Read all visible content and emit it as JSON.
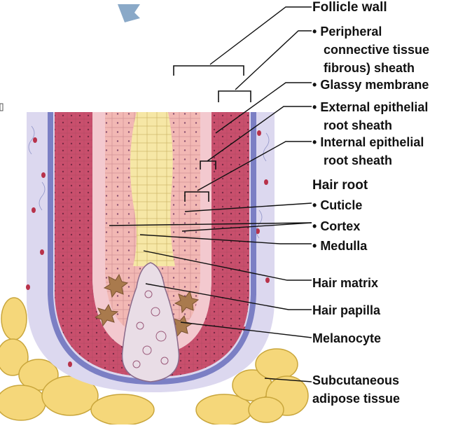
{
  "diagram": {
    "colors": {
      "outer_sheath": "#c9c6e6",
      "glassy": "#7b7fc4",
      "external_sheath": "#c94f6d",
      "internal_sheath": "#f3c9cf",
      "cortex": "#f2b8b4",
      "medulla": "#f6e7a6",
      "papilla": "#e9dde6",
      "melanocyte": "#a97a4d",
      "adipose": "#f5d77a",
      "leader": "#111111"
    },
    "labels": {
      "follicle_wall": "Follicle wall",
      "peripheral_1": "Peripheral",
      "peripheral_2": "connective tissue",
      "peripheral_3": "fibrous) sheath",
      "glassy": "Glassy membrane",
      "external_1": "External epithelial",
      "external_2": "root sheath",
      "internal_1": "Internal epithelial",
      "internal_2": "root sheath",
      "hair_root": "Hair root",
      "cuticle": "Cuticle",
      "cortex": "Cortex",
      "medulla": "Medulla",
      "hair_matrix": "Hair matrix",
      "hair_papilla": "Hair papilla",
      "melanocyte": "Melanocyte",
      "subcut_1": "Subcutaneous",
      "subcut_2": "adipose tissue"
    }
  }
}
